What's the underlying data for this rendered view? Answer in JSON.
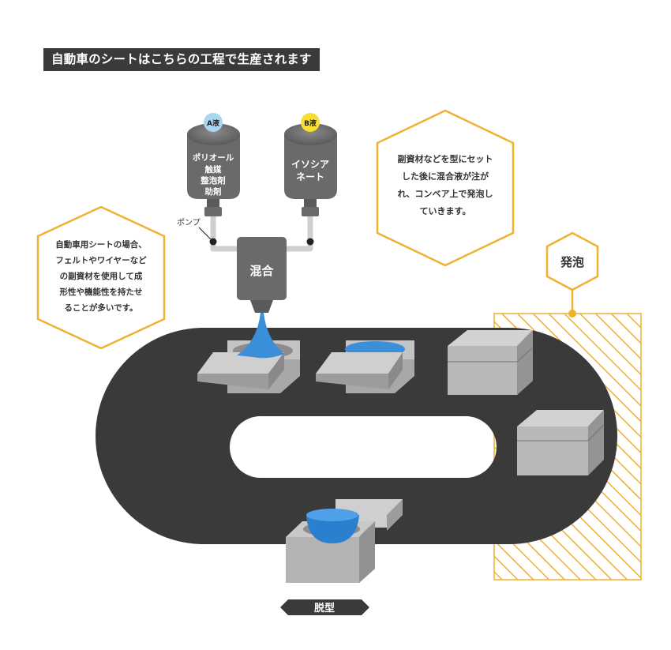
{
  "title": "自動車のシートはこちらの工程で生産されます",
  "tanks": {
    "a": {
      "badge": "A液",
      "lines": [
        "ポリオール",
        "触媒",
        "整泡剤",
        "助剤"
      ]
    },
    "b": {
      "badge": "B液",
      "lines": [
        "イソシア",
        "ネート"
      ]
    }
  },
  "pump_label": "ポンプ",
  "mixer_label": "混合",
  "callout_left": [
    "自動車用シートの場合、",
    "フェルトやワイヤーなど",
    "の副資材を使用して成",
    "形性や機能性を持たせ",
    "ることが多いです。"
  ],
  "callout_right": [
    "副資材などを型にセット",
    "した後に混合液が注が",
    "れ、コンベア上で発泡し",
    "ていきます。"
  ],
  "foam_label": "発泡",
  "demold_label": "脱型",
  "colors": {
    "accent": "#f0b030",
    "dark": "#3a3a3a",
    "tank": "#6a6a6a",
    "liquid": "#3a8fd8",
    "badge_a": "#a8d8f0",
    "badge_b": "#f8e030"
  }
}
